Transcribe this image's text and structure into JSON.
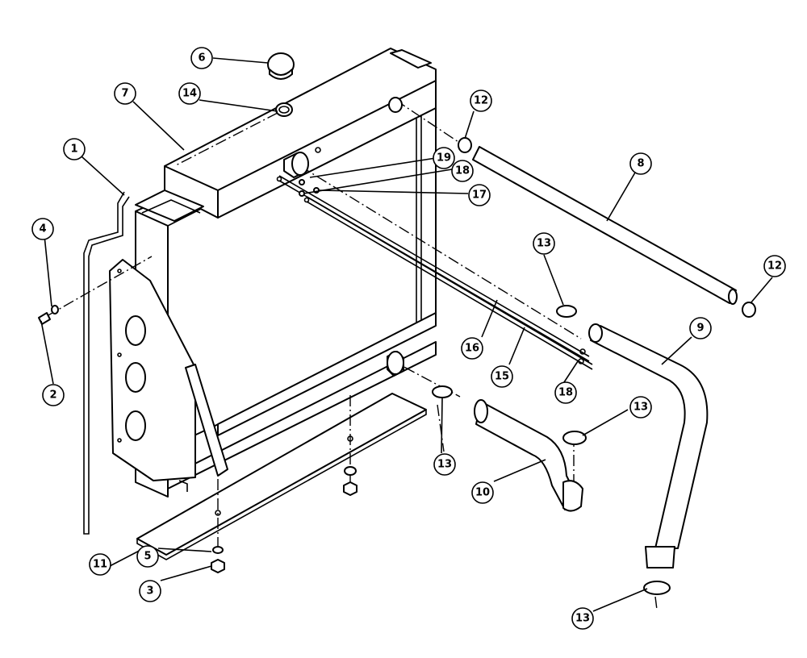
{
  "callouts": [
    {
      "id": "c1",
      "label": "1"
    },
    {
      "id": "c2",
      "label": "2"
    },
    {
      "id": "c3",
      "label": "3"
    },
    {
      "id": "c4",
      "label": "4"
    },
    {
      "id": "c5",
      "label": "5"
    },
    {
      "id": "c6",
      "label": "6"
    },
    {
      "id": "c7",
      "label": "7"
    },
    {
      "id": "c8",
      "label": "8"
    },
    {
      "id": "c9",
      "label": "9"
    },
    {
      "id": "c10",
      "label": "10"
    },
    {
      "id": "c11",
      "label": "11"
    },
    {
      "id": "c12a",
      "label": "12"
    },
    {
      "id": "c12b",
      "label": "12"
    },
    {
      "id": "c13a",
      "label": "13"
    },
    {
      "id": "c13b",
      "label": "13"
    },
    {
      "id": "c13c",
      "label": "13"
    },
    {
      "id": "c13d",
      "label": "13"
    },
    {
      "id": "c14",
      "label": "14"
    },
    {
      "id": "c15",
      "label": "15"
    },
    {
      "id": "c16",
      "label": "16"
    },
    {
      "id": "c17",
      "label": "17"
    },
    {
      "id": "c18a",
      "label": "18"
    },
    {
      "id": "c18b",
      "label": "18"
    },
    {
      "id": "c19",
      "label": "19"
    }
  ]
}
